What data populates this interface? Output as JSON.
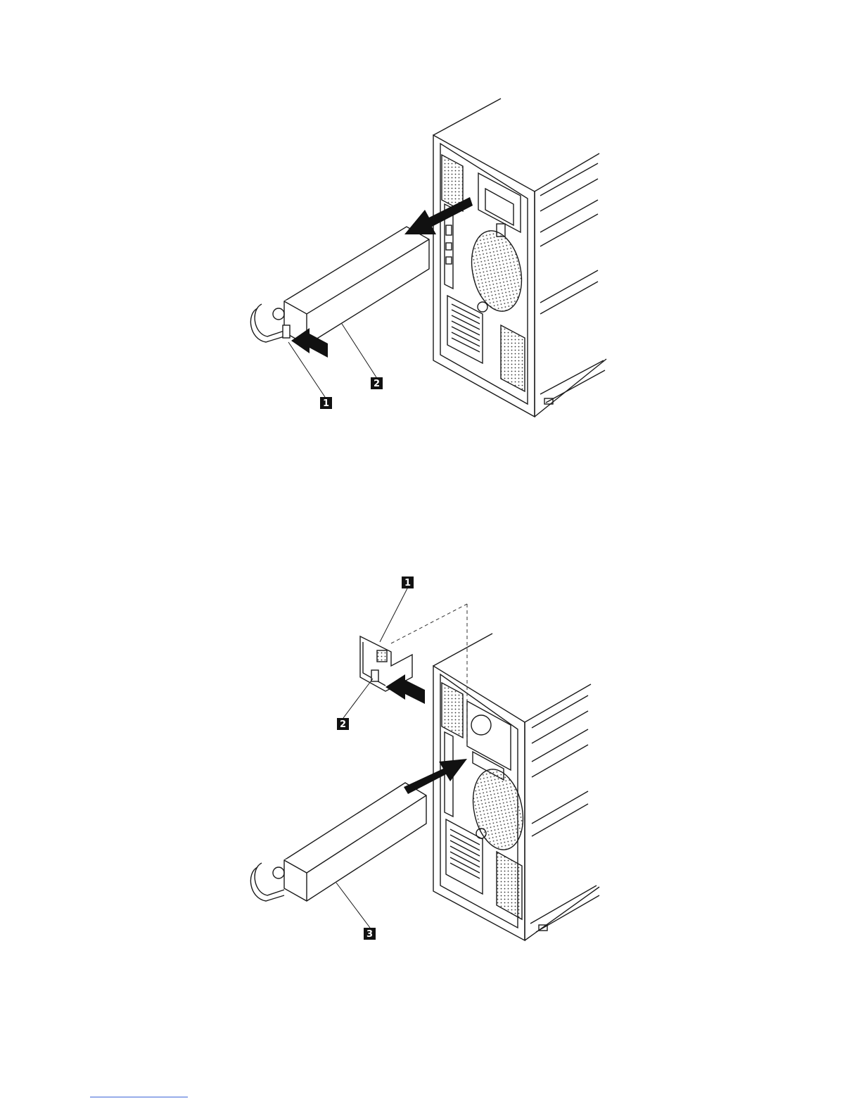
{
  "figure_top": {
    "callouts": [
      {
        "label": "1",
        "target": "release-latch"
      },
      {
        "label": "2",
        "target": "power-supply"
      }
    ]
  },
  "figure_bottom": {
    "callouts": [
      {
        "label": "1",
        "target": "filler-panel"
      },
      {
        "label": "2",
        "target": "filler-latch"
      },
      {
        "label": "3",
        "target": "power-supply"
      }
    ]
  },
  "colors": {
    "line": "#1a1a1a",
    "accent_rule": "#3b63d6"
  }
}
